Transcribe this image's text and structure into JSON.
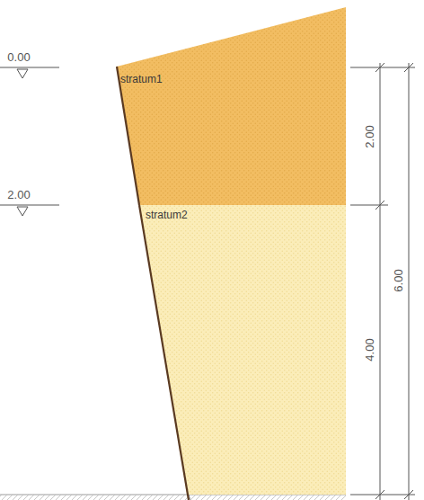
{
  "diagram": {
    "nodes": [
      {
        "text": [
          "stratum1"
        ]
      },
      {
        "text": [
          "stratum2"
        ]
      }
    ],
    "labels": [
      "0.00",
      "2.00",
      "2.00",
      "4.00",
      "6.00"
    ]
  }
}
